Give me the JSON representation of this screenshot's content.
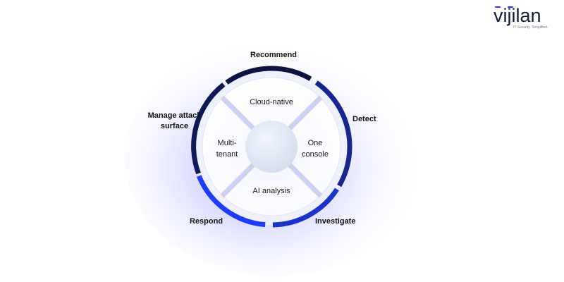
{
  "brand": {
    "name": "vijilan",
    "tagline": "IT Security. Simplified.",
    "accent": "#1e3cff",
    "text_color": "#141c3a"
  },
  "colors": {
    "ring_dark": "#0b1440",
    "ring_blue": "#1e3cff",
    "ring_light": "#eef0fb",
    "spoke": "#ccd1f0",
    "hub": "#dfe6f2",
    "glow": "#6e72ff"
  },
  "stages": {
    "recommend": "Recommend",
    "detect": "Detect",
    "investigate": "Investigate",
    "respond": "Respond",
    "manage": "Manage attack surface"
  },
  "quadrants": {
    "top": "Cloud-native",
    "right": "One console",
    "bottom": "AI analysis",
    "left": "Multi-tenant"
  }
}
